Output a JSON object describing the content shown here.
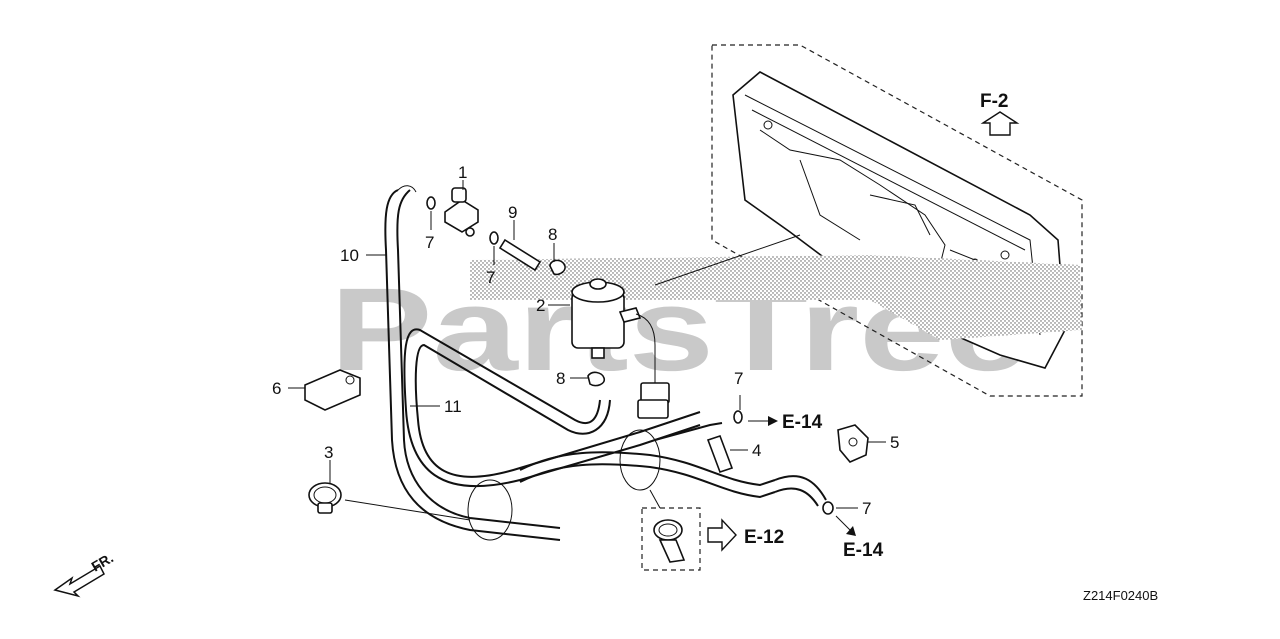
{
  "watermark": "PartsTree",
  "diagram_code": "Z214F0240B",
  "front_label": "FR.",
  "references": {
    "f2": "F-2",
    "e14_upper": "E-14",
    "e14_lower": "E-14",
    "e12": "E-12"
  },
  "callouts": {
    "c1": "1",
    "c2": "2",
    "c3": "3",
    "c4": "4",
    "c5": "5",
    "c6": "6",
    "c7a": "7",
    "c7b": "7",
    "c7c": "7",
    "c7d": "7",
    "c8a": "8",
    "c8b": "8",
    "c9": "9",
    "c10": "10",
    "c11": "11"
  }
}
